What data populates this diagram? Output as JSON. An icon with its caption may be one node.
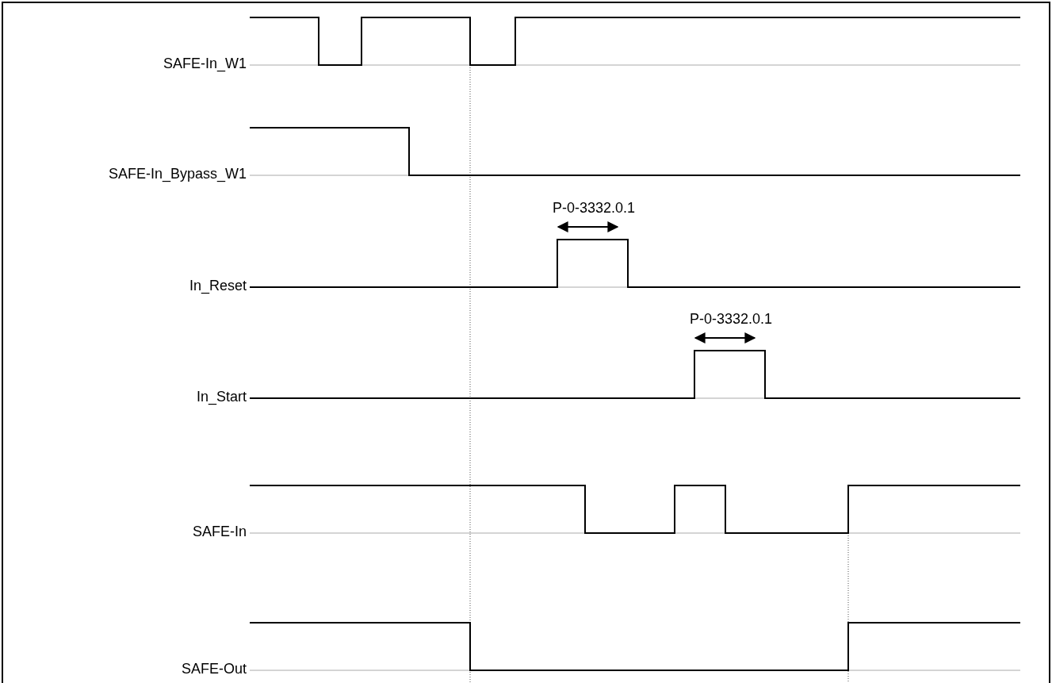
{
  "diagram": {
    "labels": [
      "SAFE-In_W1",
      "SAFE-In_Bypass_W1",
      "P-0-3332.0.1",
      "In_Reset",
      "P-0-3332.0.1",
      "In_Start",
      "SAFE-In",
      "SAFE-Out"
    ]
  }
}
